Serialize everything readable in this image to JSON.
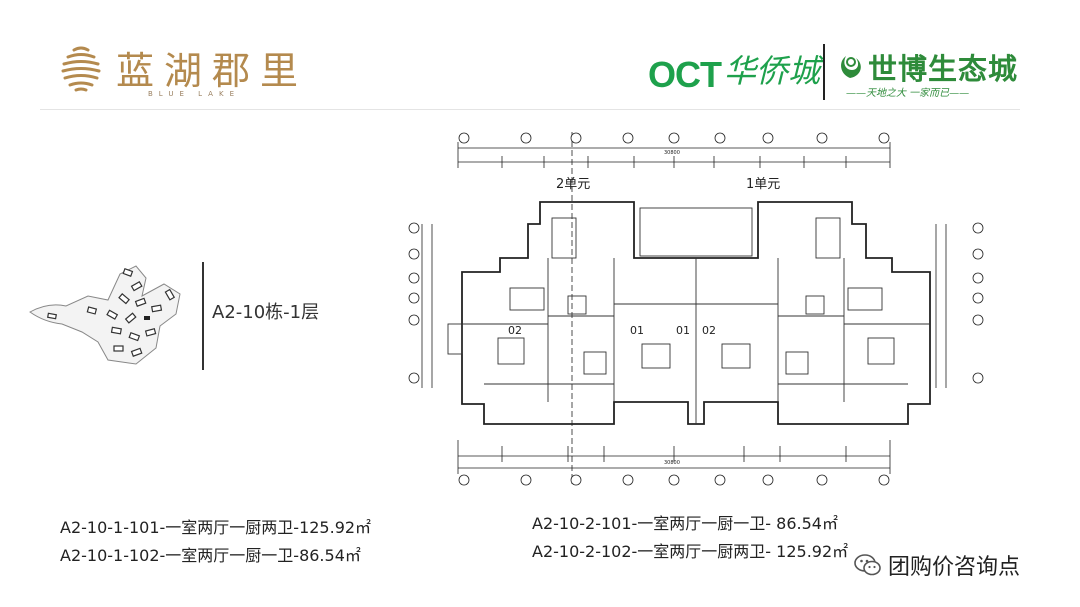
{
  "brand": {
    "name_cn": "蓝湖郡里",
    "name_en": "BLUE LAKE"
  },
  "partners": {
    "oct_en": "OCT",
    "oct_cn": "华侨城",
    "eco_name": "世博生态城",
    "eco_slogan": "——天地之大 一家而已——"
  },
  "building": {
    "label": "A2-10栋-1层"
  },
  "units": {
    "left": [
      "A2-10-1-101-一室两厅一厨两卫-125.92㎡",
      "A2-10-1-102-一室两厅一厨一卫-86.54㎡"
    ],
    "right": [
      "A2-10-2-101-一室两厅一厨一卫- 86.54㎡",
      "A2-10-2-102-一室两厅一厨两卫- 125.92㎡"
    ]
  },
  "floor_plan": {
    "unit_2_label": "2单元",
    "unit_1_label": "1单元",
    "room_labels": [
      "02",
      "01",
      "01",
      "02"
    ],
    "total_dim": "30800"
  },
  "watermark": {
    "text": "团购价咨询点"
  },
  "colors": {
    "brand_gold": "#b48a4e",
    "oct_green": "#1ea14c",
    "eco_green": "#2e8b3a",
    "text": "#333333"
  }
}
